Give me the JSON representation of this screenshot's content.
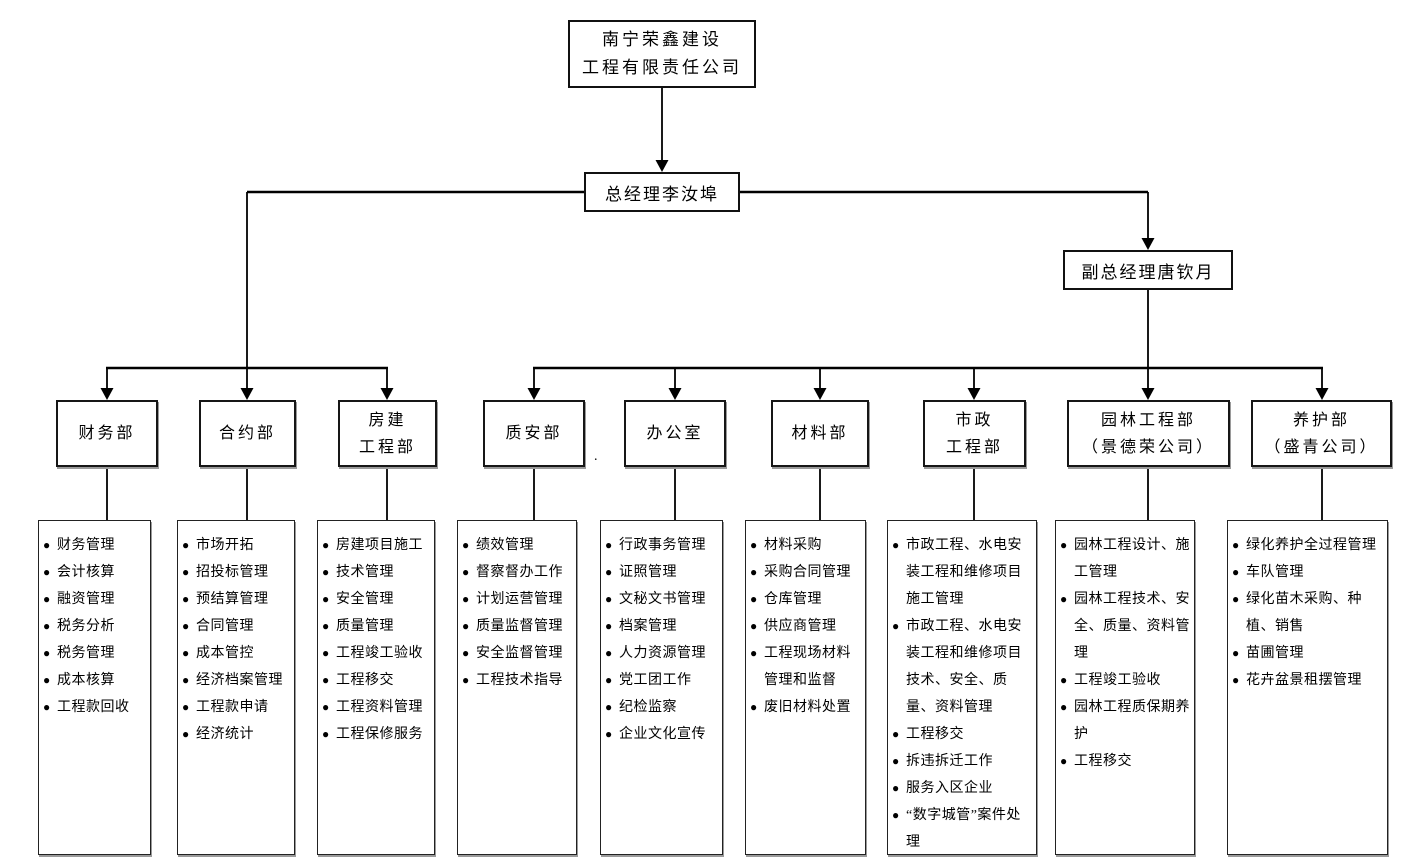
{
  "company": {
    "name_lines": [
      "南宁荣鑫建设",
      "工程有限责任公司"
    ]
  },
  "general_manager": {
    "label": "总经理李汝埠"
  },
  "deputy_general_manager": {
    "label": "副总经理唐钦月"
  },
  "bullet": "●",
  "artifact": {
    "dot": "."
  },
  "departments": [
    {
      "name_lines": [
        "财务部"
      ],
      "duties": [
        "财务管理",
        "会计核算",
        "融资管理",
        "税务分析",
        "税务管理",
        "成本核算",
        "工程款回收"
      ]
    },
    {
      "name_lines": [
        "合约部"
      ],
      "duties": [
        "市场开拓",
        "招投标管理",
        "预结算管理",
        "合同管理",
        "成本管控",
        "经济档案管理",
        "工程款申请",
        "经济统计"
      ]
    },
    {
      "name_lines": [
        "房建",
        "工程部"
      ],
      "duties": [
        "房建项目施工",
        "技术管理",
        "安全管理",
        "质量管理",
        "工程竣工验收",
        "工程移交",
        "工程资料管理",
        "工程保修服务"
      ]
    },
    {
      "name_lines": [
        "质安部"
      ],
      "duties": [
        "绩效管理",
        "督察督办工作",
        "计划运营管理",
        "质量监督管理",
        "安全监督管理",
        "工程技术指导"
      ]
    },
    {
      "name_lines": [
        "办公室"
      ],
      "duties": [
        "行政事务管理",
        "证照管理",
        "文秘文书管理",
        "档案管理",
        "人力资源管理",
        "党工团工作",
        "纪检监察",
        "企业文化宣传"
      ]
    },
    {
      "name_lines": [
        "材料部"
      ],
      "duties": [
        "材料采购",
        "采购合同管理",
        "仓库管理",
        "供应商管理",
        "工程现场材料管理和监督",
        "废旧材料处置"
      ]
    },
    {
      "name_lines": [
        "市政",
        "工程部"
      ],
      "duties": [
        "市政工程、水电安装工程和维修项目施工管理",
        "市政工程、水电安装工程和维修项目技术、安全、质量、资料管理",
        "工程移交",
        "拆违拆迁工作",
        "服务入区企业",
        "“数字城管”案件处理"
      ]
    },
    {
      "name_lines": [
        "园林工程部",
        "（景德荣公司）"
      ],
      "duties": [
        "园林工程设计、施工管理",
        "园林工程技术、安全、质量、资料管理",
        "工程竣工验收",
        "园林工程质保期养护",
        "工程移交"
      ]
    },
    {
      "name_lines": [
        "养护部",
        "（盛青公司）"
      ],
      "duties": [
        "绿化养护全过程管理",
        "车队管理",
        "绿化苗木采购、种植、销售",
        "苗圃管理",
        "花卉盆景租摆管理"
      ]
    }
  ],
  "colors": {
    "line": "#000000",
    "background": "#ffffff",
    "box_border": "#111111",
    "shadow": "#9a9a9a"
  }
}
